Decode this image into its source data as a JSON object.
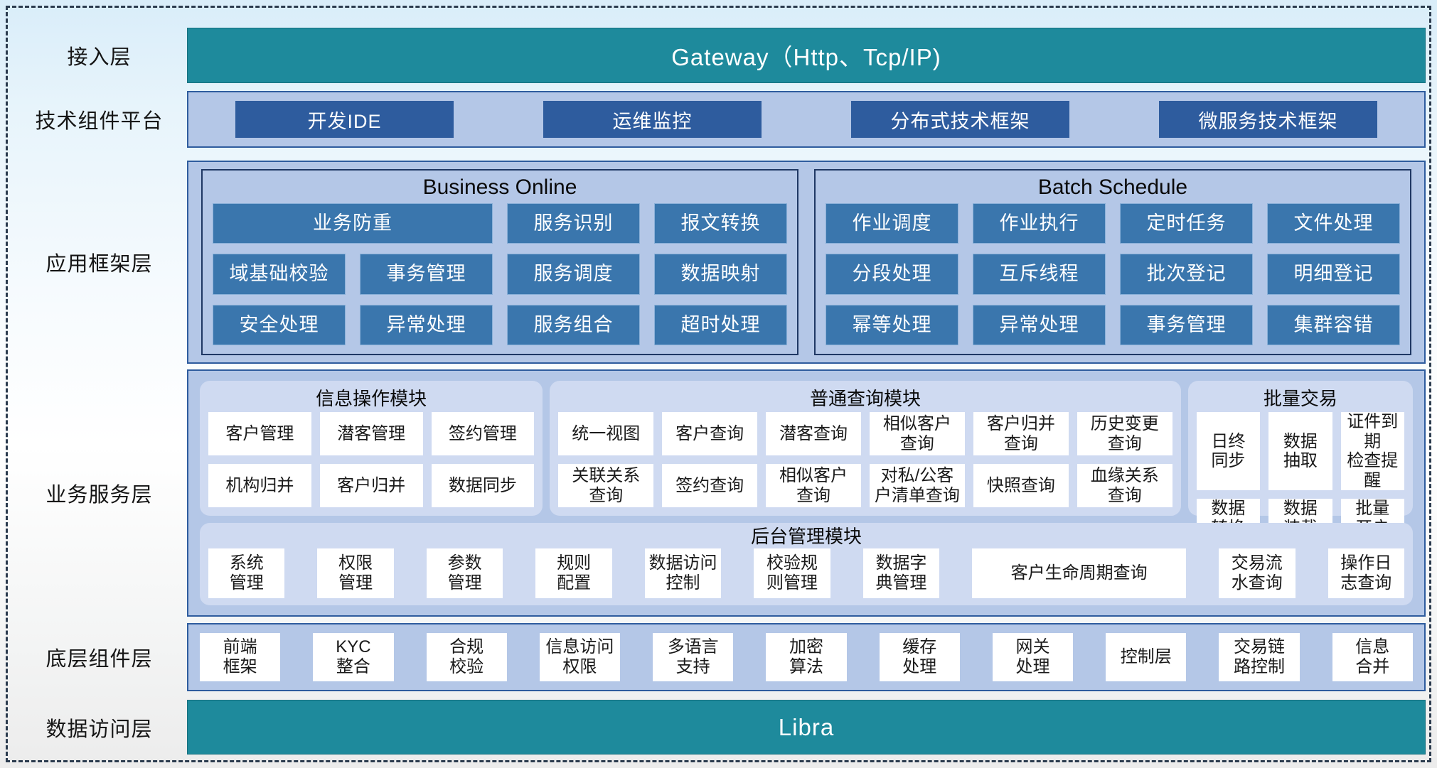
{
  "layers": {
    "access": {
      "label": "接入层",
      "bar_text": "Gateway（Http、Tcp/IP)"
    },
    "tech_platform": {
      "label": "技术组件平台",
      "buttons": [
        "开发IDE",
        "运维监控",
        "分布式技术框架",
        "微服务技术框架"
      ]
    },
    "app_framework": {
      "label": "应用框架层",
      "business_online": {
        "title": "Business Online",
        "boxes": [
          {
            "label": "业务防重",
            "span": 2
          },
          "服务识别",
          "报文转换",
          "域基础校验",
          "事务管理",
          "服务调度",
          "数据映射",
          "安全处理",
          "异常处理",
          "服务组合",
          "超时处理"
        ]
      },
      "batch_schedule": {
        "title": "Batch Schedule",
        "boxes": [
          "作业调度",
          "作业执行",
          "定时任务",
          "文件处理",
          "分段处理",
          "互斥线程",
          "批次登记",
          "明细登记",
          "幂等处理",
          "异常处理",
          "事务管理",
          "集群容错"
        ]
      }
    },
    "business_service": {
      "label": "业务服务层",
      "info_ops": {
        "title": "信息操作模块",
        "boxes": [
          "客户管理",
          "潜客管理",
          "签约管理",
          "机构归并",
          "客户归并",
          "数据同步"
        ]
      },
      "general_query": {
        "title": "普通查询模块",
        "boxes": [
          "统一视图",
          "客户查询",
          "潜客查询",
          "相似客户\n查询",
          "客户归并\n查询",
          "历史变更\n查询",
          "关联关系\n查询",
          "签约查询",
          "相似客户\n查询",
          "对私/公客\n户清单查询",
          "快照查询",
          "血缘关系\n查询"
        ]
      },
      "batch_trade": {
        "title": "批量交易",
        "boxes": [
          "日终\n同步",
          "数据\n抽取",
          "证件到期\n检查提醒",
          "数据\n转换",
          "数据\n装载",
          "批量\n开户"
        ]
      },
      "admin": {
        "title": "后台管理模块",
        "boxes": [
          "系统\n管理",
          "权限\n管理",
          "参数\n管理",
          "规则\n配置",
          "数据访问\n控制",
          "校验规\n则管理",
          "数据字\n典管理",
          {
            "label": "客户生命周期查询",
            "flex": "2.8"
          },
          "交易流\n水查询",
          "操作日\n志查询"
        ]
      }
    },
    "base_components": {
      "label": "底层组件层",
      "boxes": [
        "前端\n框架",
        "KYC\n整合",
        "合规\n校验",
        "信息访问\n权限",
        "多语言\n支持",
        "加密\n算法",
        "缓存\n处理",
        "网关\n处理",
        "控制层",
        "交易链\n路控制",
        "信息\n合并"
      ]
    },
    "data_access": {
      "label": "数据访问层",
      "bar_text": "Libra"
    }
  },
  "colors": {
    "teal": "#1e8a9c",
    "dark_blue": "#2e5c9e",
    "panel_blue": "#b4c7e7",
    "steel_blue": "#3a76ad",
    "module_blue": "#cfdaf1"
  }
}
